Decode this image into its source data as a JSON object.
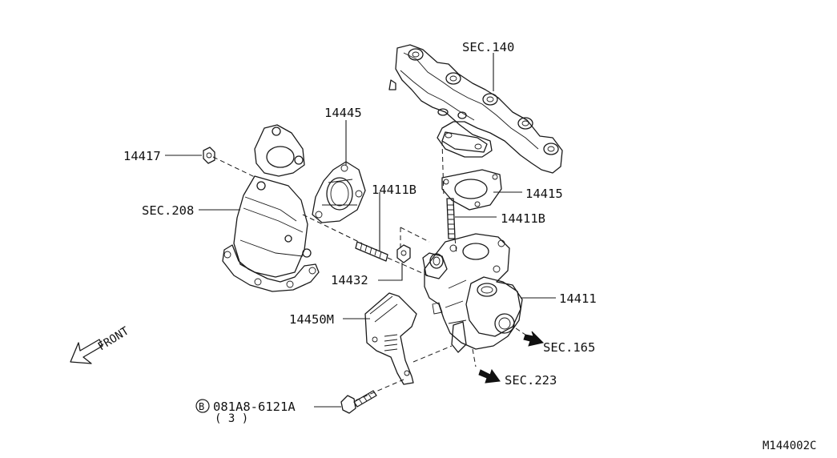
{
  "labels": {
    "sec140": "SEC.140",
    "p14445": "14445",
    "p14417": "14417",
    "p14411B_a": "14411B",
    "sec208": "SEC.208",
    "p14415": "14415",
    "p14411B_b": "14411B",
    "p14432": "14432",
    "p14411": "14411",
    "p14450M": "14450M",
    "sec165": "SEC.165",
    "sec223": "SEC.223",
    "bolt_circle": "B",
    "bolt_code": "081A8-6121A",
    "bolt_qty": "( 3 )",
    "front": "FRONT",
    "drawing_id": "M144002C"
  },
  "icons": {
    "front_arrow": "front-direction-arrow-icon",
    "sec165_arrow": "sec165-direction-arrow-icon",
    "sec223_arrow": "sec223-direction-arrow-icon"
  }
}
